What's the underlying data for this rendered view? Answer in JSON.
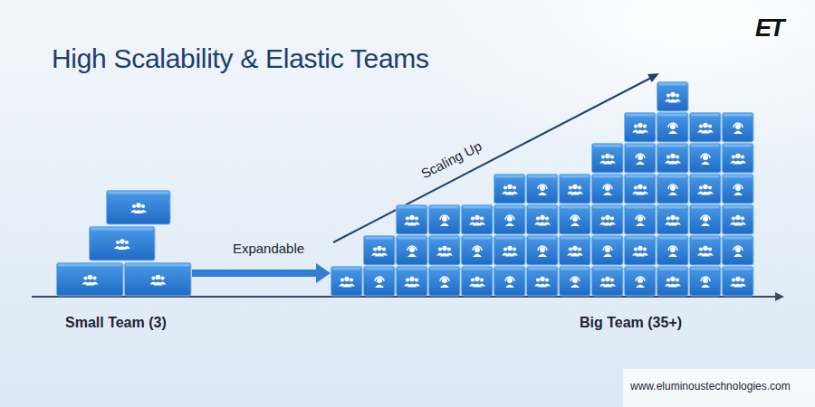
{
  "diagram": {
    "title": "High Scalability & Elastic Teams",
    "nodes": [
      {
        "text": [
          "Small Team (3)"
        ]
      },
      {
        "text": [
          "Big Team (35+)"
        ]
      }
    ],
    "edges": [
      {
        "from": 0,
        "to": 1,
        "label": "Expandable",
        "arrow": "to"
      }
    ],
    "labels": [
      "ET",
      "Scaling Up",
      "www.eluminoustechnologies.com"
    ]
  }
}
